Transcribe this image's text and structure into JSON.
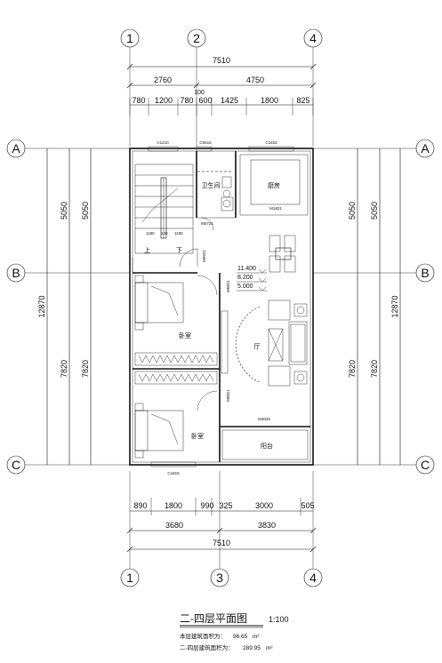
{
  "axes": {
    "top": [
      "1",
      "2",
      "4"
    ],
    "bottom": [
      "1",
      "3",
      "4"
    ],
    "left": [
      "A",
      "B",
      "C"
    ],
    "right": [
      "A",
      "B",
      "C"
    ]
  },
  "dims_top": {
    "total": "7510",
    "row2": [
      "2760",
      "4750"
    ],
    "extra": "100",
    "row3": [
      "780",
      "1200",
      "780",
      "600",
      "1425",
      "1800",
      "825"
    ]
  },
  "dims_bottom": {
    "row1": [
      "890",
      "1800",
      "990",
      "325",
      "3000",
      "505"
    ],
    "row2": [
      "3680",
      "3830"
    ],
    "total": "7510"
  },
  "dims_left": {
    "overall": "12870",
    "seg1": [
      "5050",
      "5050"
    ],
    "seg2": [
      "7820",
      "7820"
    ]
  },
  "dims_right": {
    "overall": "12870",
    "seg1": [
      "5050",
      "5050"
    ],
    "seg2": [
      "7820",
      "7820"
    ]
  },
  "windows": {
    "c1210": "C1210",
    "c0615": "C0615",
    "c1815_top": "C1815",
    "c1815_bottom": "C1815"
  },
  "doors": {
    "m0721": "M0721",
    "m1821": "M1821",
    "m0921_stair": "M0921",
    "m0821_upper": "M0821",
    "m0821_lower": "M0821",
    "m3025": "M3025"
  },
  "rooms": {
    "bathroom": "卫生间",
    "kitchen": "厨房",
    "bedroom1": "卧室",
    "bedroom2": "卧室",
    "hall": "厅",
    "balcony": "阳台"
  },
  "stairs": {
    "up": "上",
    "down": "下",
    "d1": "1180",
    "d2": "140",
    "d3": "1180"
  },
  "elevations": [
    "11.400",
    "8.200",
    "5.000"
  ],
  "title": {
    "main": "二-四层平面图",
    "scale": "1:100",
    "line1_label": "本层建筑面积为：",
    "line1_value": "96.65",
    "line2_label": "二-四层建筑面积为：",
    "line2_value": "289.95",
    "unit": "m²"
  }
}
